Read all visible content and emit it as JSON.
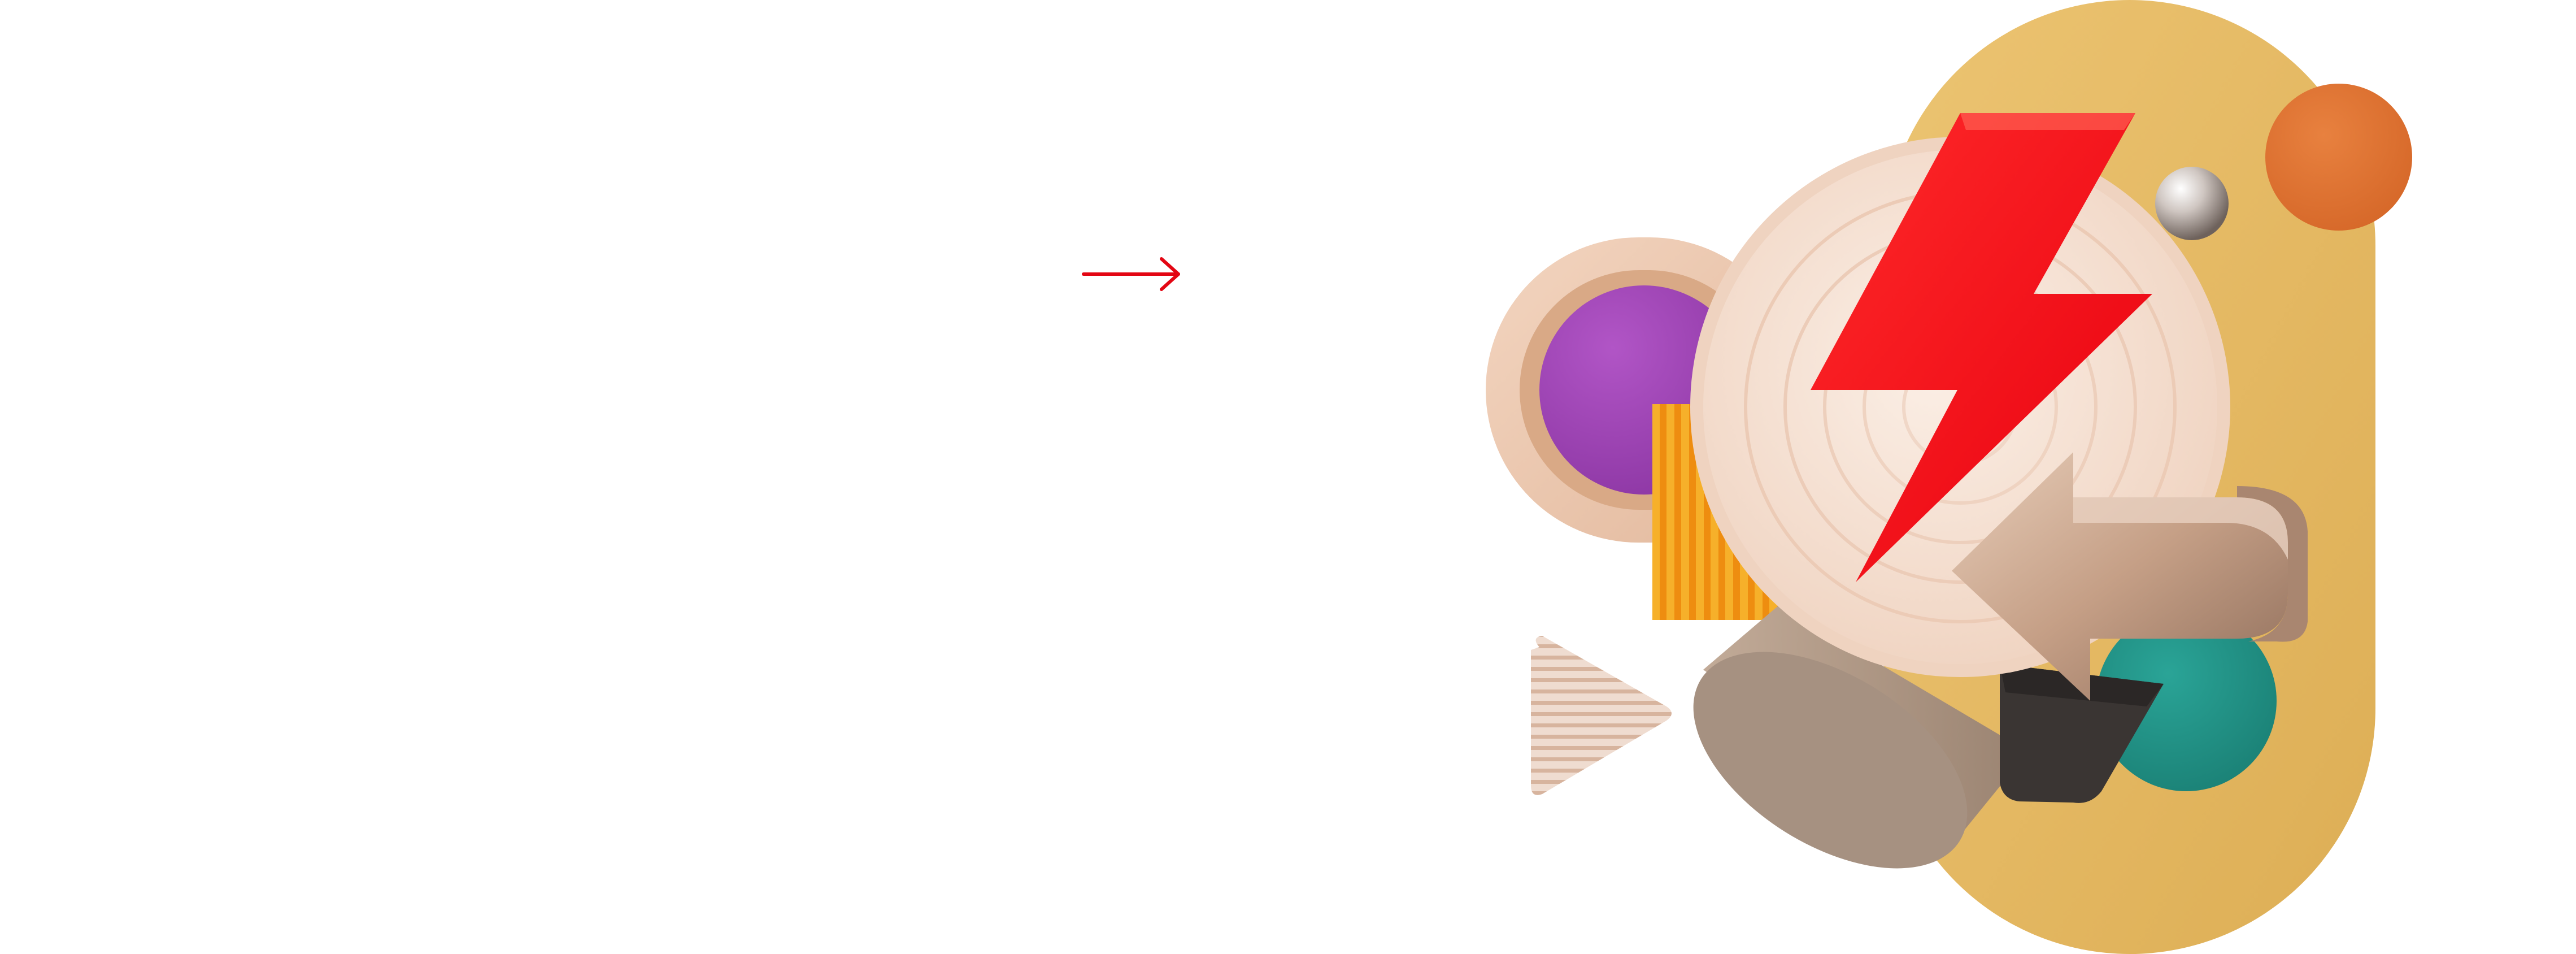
{
  "arrow_link": {
    "icon": "arrow-right-icon",
    "color": "#e30613"
  },
  "illustration": {
    "colors": {
      "mustard_capsule": "#e6b964",
      "orange_dot": "#e07236",
      "lightning": "#f50a1e",
      "dial_face": "#f7e3d6",
      "dial_rim": "#f0d4c0",
      "ring_frame": "#eec7ac",
      "purple_disc": "#a044b6",
      "stripe_orange": "#f39c12",
      "stripe_yellow": "#f7c04a",
      "bronze": "#c9a58d",
      "bronze_dark": "#8d6f5c",
      "cylinder_top": "#a89484",
      "cylinder_side": "#b59e8c",
      "teal_disc": "#229488",
      "dark_block": "#3c3836",
      "chrome_ball": "#c9c1bc",
      "triangle_fill": "#ead8cc",
      "triangle_stripe": "#d9b8a3"
    },
    "icons": [
      "lightning-bolt-icon",
      "play-triangle-icon",
      "bronze-arrow-shape",
      "chrome-sphere",
      "striped-dial"
    ]
  }
}
